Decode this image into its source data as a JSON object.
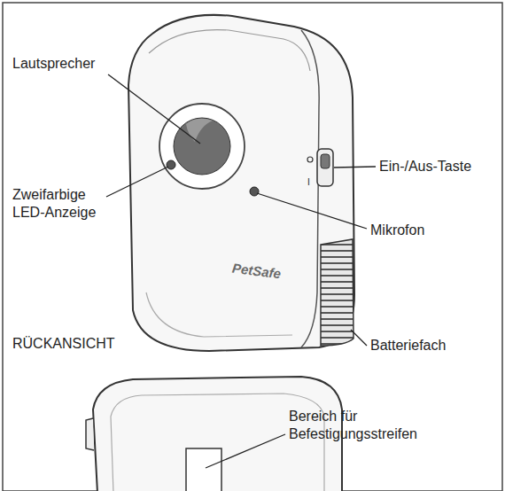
{
  "diagram": {
    "labels": [
      "Lautsprecher",
      "Zweifarbige LED-Anzeige",
      "Ein-/Aus-Taste",
      "Mikrofon",
      "RÜCKANSICHT",
      "Batteriefach",
      "Bereich für Befestigungsstreifen",
      "PetSafe",
      "I"
    ]
  }
}
